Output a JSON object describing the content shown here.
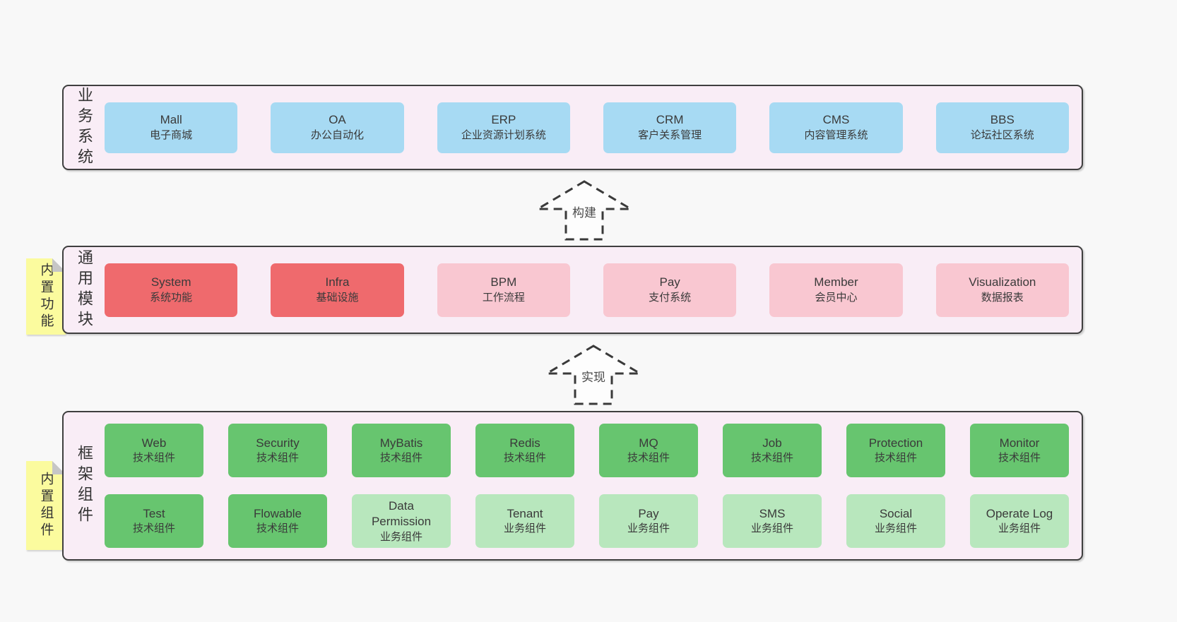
{
  "colors": {
    "blue": "#a7daf3",
    "red": "#ef6a6d",
    "pink": "#f9c7d1",
    "green": "#67c56f",
    "lightGreen": "#b8e7bd",
    "panelBg": "#f9edf6",
    "pageBg": "#f8f8f8",
    "tabYellow": "#fbfb9e",
    "border": "#3f3f3f"
  },
  "arrows": [
    {
      "label": "构建"
    },
    {
      "label": "实现"
    }
  ],
  "layers": [
    {
      "id": "business",
      "label": "业务系统",
      "tab": null,
      "rows": [
        [
          {
            "en": "Mall",
            "zh": "电子商城",
            "color": "blue"
          },
          {
            "en": "OA",
            "zh": "办公自动化",
            "color": "blue"
          },
          {
            "en": "ERP",
            "zh": "企业资源计划系统",
            "color": "blue"
          },
          {
            "en": "CRM",
            "zh": "客户关系管理",
            "color": "blue"
          },
          {
            "en": "CMS",
            "zh": "内容管理系统",
            "color": "blue"
          },
          {
            "en": "BBS",
            "zh": "论坛社区系统",
            "color": "blue"
          }
        ]
      ]
    },
    {
      "id": "common",
      "label": "通用模块",
      "tab": "内置功能",
      "rows": [
        [
          {
            "en": "System",
            "zh": "系统功能",
            "color": "red"
          },
          {
            "en": "Infra",
            "zh": "基础设施",
            "color": "red"
          },
          {
            "en": "BPM",
            "zh": "工作流程",
            "color": "pink"
          },
          {
            "en": "Pay",
            "zh": "支付系统",
            "color": "pink"
          },
          {
            "en": "Member",
            "zh": "会员中心",
            "color": "pink"
          },
          {
            "en": "Visualization",
            "zh": "数据报表",
            "color": "pink"
          }
        ]
      ]
    },
    {
      "id": "framework",
      "label": "框架组件",
      "tab": "内置组件",
      "rows": [
        [
          {
            "en": "Web",
            "zh": "技术组件",
            "color": "green"
          },
          {
            "en": "Security",
            "zh": "技术组件",
            "color": "green"
          },
          {
            "en": "MyBatis",
            "zh": "技术组件",
            "color": "green"
          },
          {
            "en": "Redis",
            "zh": "技术组件",
            "color": "green"
          },
          {
            "en": "MQ",
            "zh": "技术组件",
            "color": "green"
          },
          {
            "en": "Job",
            "zh": "技术组件",
            "color": "green"
          },
          {
            "en": "Protection",
            "zh": "技术组件",
            "color": "green"
          },
          {
            "en": "Monitor",
            "zh": "技术组件",
            "color": "green"
          }
        ],
        [
          {
            "en": "Test",
            "zh": "技术组件",
            "color": "green"
          },
          {
            "en": "Flowable",
            "zh": "技术组件",
            "color": "green"
          },
          {
            "en": "Data Permission",
            "zh": "业务组件",
            "color": "lightGreen"
          },
          {
            "en": "Tenant",
            "zh": "业务组件",
            "color": "lightGreen"
          },
          {
            "en": "Pay",
            "zh": "业务组件",
            "color": "lightGreen"
          },
          {
            "en": "SMS",
            "zh": "业务组件",
            "color": "lightGreen"
          },
          {
            "en": "Social",
            "zh": "业务组件",
            "color": "lightGreen"
          },
          {
            "en": "Operate Log",
            "zh": "业务组件",
            "color": "lightGreen"
          }
        ]
      ]
    }
  ]
}
